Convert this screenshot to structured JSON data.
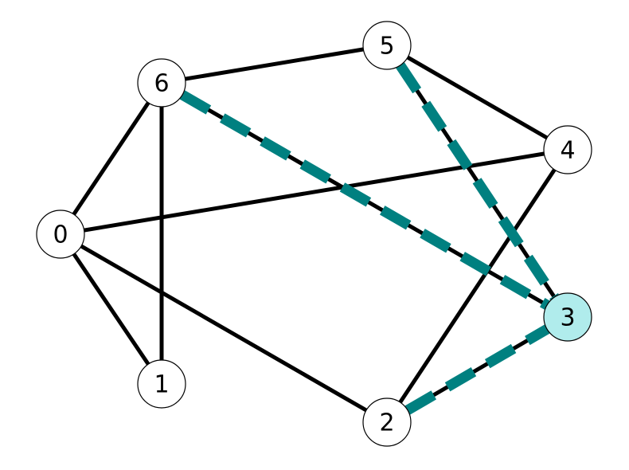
{
  "graph": {
    "nodes": [
      {
        "id": "0",
        "label": "0",
        "highlighted": false
      },
      {
        "id": "1",
        "label": "1",
        "highlighted": false
      },
      {
        "id": "2",
        "label": "2",
        "highlighted": false
      },
      {
        "id": "3",
        "label": "3",
        "highlighted": true
      },
      {
        "id": "4",
        "label": "4",
        "highlighted": false
      },
      {
        "id": "5",
        "label": "5",
        "highlighted": false
      },
      {
        "id": "6",
        "label": "6",
        "highlighted": false
      }
    ],
    "edges": [
      [
        "6",
        "5"
      ],
      [
        "5",
        "4"
      ],
      [
        "6",
        "0"
      ],
      [
        "6",
        "1"
      ],
      [
        "0",
        "1"
      ],
      [
        "0",
        "4"
      ],
      [
        "0",
        "2"
      ],
      [
        "4",
        "2"
      ],
      [
        "6",
        "3"
      ],
      [
        "5",
        "3"
      ],
      [
        "2",
        "3"
      ]
    ],
    "highlighted_edges": [
      [
        "6",
        "3"
      ],
      [
        "5",
        "3"
      ],
      [
        "2",
        "3"
      ]
    ],
    "colors": {
      "edge": "#000000",
      "highlight_edge": "#008080",
      "node_fill": "#ffffff",
      "highlight_node_fill": "#b0ecec",
      "node_stroke": "#000000"
    }
  }
}
